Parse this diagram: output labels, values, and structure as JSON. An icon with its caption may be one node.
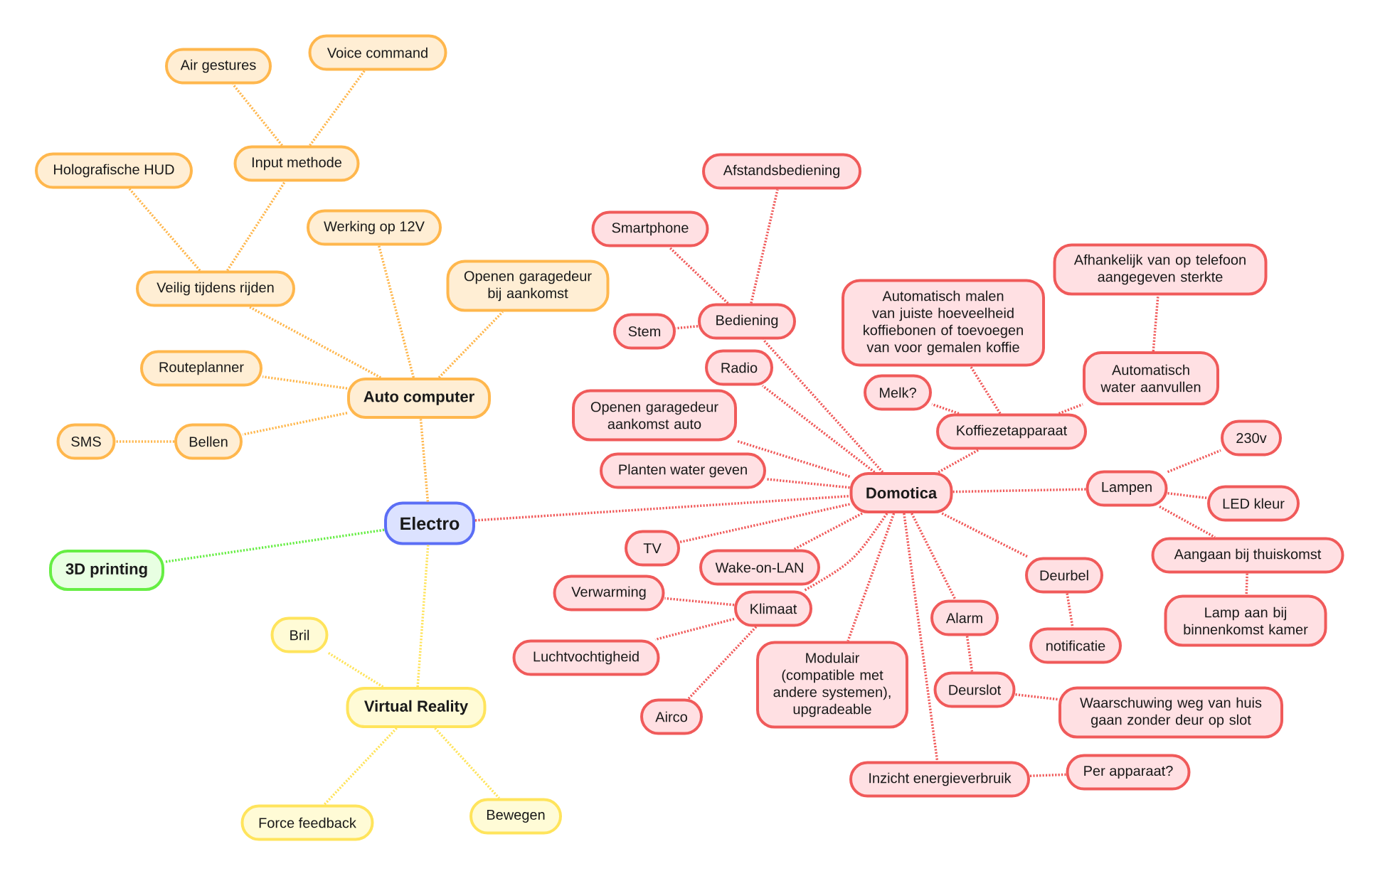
{
  "diagram": {
    "nodes": [
      {
        "text": [
          "Electro"
        ]
      },
      {
        "text": [
          "Auto computer"
        ]
      },
      {
        "text": [
          "Veilig tijdens rijden"
        ]
      },
      {
        "text": [
          "Holografische HUD"
        ]
      },
      {
        "text": [
          "Input methode"
        ]
      },
      {
        "text": [
          "Air gestures"
        ]
      },
      {
        "text": [
          "Voice command"
        ]
      },
      {
        "text": [
          "Werking op 12V"
        ]
      },
      {
        "text": [
          "Openen garagedeur bij aankomst"
        ]
      },
      {
        "text": [
          "Routeplanner"
        ]
      },
      {
        "text": [
          "Bellen"
        ]
      },
      {
        "text": [
          "SMS"
        ]
      },
      {
        "text": [
          "Domotica"
        ]
      },
      {
        "text": [
          "Bediening"
        ]
      },
      {
        "text": [
          "Smartphone"
        ]
      },
      {
        "text": [
          "Afstandsbediening"
        ]
      },
      {
        "text": [
          "Stem"
        ]
      },
      {
        "text": [
          "Radio"
        ]
      },
      {
        "text": [
          "Openen garagedeur aankomst auto"
        ]
      },
      {
        "text": [
          "Planten water geven"
        ]
      },
      {
        "text": [
          "TV"
        ]
      },
      {
        "text": [
          "Wake-on-LAN"
        ]
      },
      {
        "text": [
          "Klimaat"
        ]
      },
      {
        "text": [
          "Verwarming"
        ]
      },
      {
        "text": [
          "Luchtvochtigheid"
        ]
      },
      {
        "text": [
          "Airco"
        ]
      },
      {
        "text": [
          "Modulair (compatible met andere systemen), upgradeable"
        ]
      },
      {
        "text": [
          "Inzicht energieverbruik"
        ]
      },
      {
        "text": [
          "Per apparaat?"
        ]
      },
      {
        "text": [
          "Alarm"
        ]
      },
      {
        "text": [
          "Deurslot"
        ]
      },
      {
        "text": [
          "Waarschuwing weg van huis gaan zonder deur op slot"
        ]
      },
      {
        "text": [
          "Deurbel"
        ]
      },
      {
        "text": [
          "notificatie"
        ]
      },
      {
        "text": [
          "Koffiezetapparaat"
        ]
      },
      {
        "text": [
          "Melk?"
        ]
      },
      {
        "text": [
          "Automatisch malen van juiste hoeveelheid koffiebonen of toevoegen van voor gemalen koffie"
        ]
      },
      {
        "text": [
          "Automatisch water aanvullen"
        ]
      },
      {
        "text": [
          "Afhankelijk van op telefoon aangegeven sterkte"
        ]
      },
      {
        "text": [
          "Lampen"
        ]
      },
      {
        "text": [
          "230v"
        ]
      },
      {
        "text": [
          "LED kleur"
        ]
      },
      {
        "text": [
          "Aangaan bij thuiskomst"
        ]
      },
      {
        "text": [
          "Lamp aan bij binnenkomst kamer"
        ]
      },
      {
        "text": [
          "3D printing"
        ]
      },
      {
        "text": [
          "Virtual Reality"
        ]
      },
      {
        "text": [
          "Bril"
        ]
      },
      {
        "text": [
          "Force feedback"
        ]
      },
      {
        "text": [
          "Bewegen"
        ]
      }
    ],
    "edges": [
      {
        "from": 0,
        "to": 1,
        "arrow": "none",
        "color": "#ffb74d"
      },
      {
        "from": 1,
        "to": 2,
        "arrow": "none",
        "color": "#ffb74d"
      },
      {
        "from": 2,
        "to": 3,
        "arrow": "none",
        "color": "#ffb74d"
      },
      {
        "from": 2,
        "to": 4,
        "arrow": "none",
        "color": "#ffb74d"
      },
      {
        "from": 4,
        "to": 5,
        "arrow": "none",
        "color": "#ffb74d"
      },
      {
        "from": 4,
        "to": 6,
        "arrow": "none",
        "color": "#ffb74d"
      },
      {
        "from": 1,
        "to": 7,
        "arrow": "none",
        "color": "#ffb74d"
      },
      {
        "from": 1,
        "to": 8,
        "arrow": "none",
        "color": "#ffb74d"
      },
      {
        "from": 1,
        "to": 9,
        "arrow": "none",
        "color": "#ffb74d"
      },
      {
        "from": 1,
        "to": 10,
        "arrow": "none",
        "color": "#ffb74d"
      },
      {
        "from": 10,
        "to": 11,
        "arrow": "none",
        "color": "#ffb74d"
      },
      {
        "from": 0,
        "to": 12,
        "arrow": "none"
      },
      {
        "from": 12,
        "to": 13,
        "arrow": "none"
      },
      {
        "from": 13,
        "to": 14,
        "arrow": "none"
      },
      {
        "from": 13,
        "to": 15,
        "arrow": "none"
      },
      {
        "from": 13,
        "to": 16,
        "arrow": "none"
      },
      {
        "from": 12,
        "to": 17,
        "arrow": "none"
      },
      {
        "from": 12,
        "to": 18,
        "arrow": "none"
      },
      {
        "from": 12,
        "to": 19,
        "arrow": "none"
      },
      {
        "from": 12,
        "to": 20,
        "arrow": "none"
      },
      {
        "from": 12,
        "to": 21,
        "arrow": "none"
      },
      {
        "from": 12,
        "to": 22,
        "arrow": "none"
      },
      {
        "from": 22,
        "to": 23,
        "arrow": "none"
      },
      {
        "from": 22,
        "to": 24,
        "arrow": "none"
      },
      {
        "from": 22,
        "to": 25,
        "arrow": "none"
      },
      {
        "from": 12,
        "to": 26,
        "arrow": "none"
      },
      {
        "from": 12,
        "to": 27,
        "arrow": "none"
      },
      {
        "from": 27,
        "to": 28,
        "arrow": "none"
      },
      {
        "from": 12,
        "to": 29,
        "arrow": "none"
      },
      {
        "from": 29,
        "to": 30,
        "arrow": "none"
      },
      {
        "from": 30,
        "to": 31,
        "arrow": "none"
      },
      {
        "from": 12,
        "to": 32,
        "arrow": "none"
      },
      {
        "from": 32,
        "to": 33,
        "arrow": "none"
      },
      {
        "from": 12,
        "to": 34,
        "arrow": "none"
      },
      {
        "from": 34,
        "to": 35,
        "arrow": "none"
      },
      {
        "from": 34,
        "to": 36,
        "arrow": "none"
      },
      {
        "from": 34,
        "to": 37,
        "arrow": "none"
      },
      {
        "from": 37,
        "to": 38,
        "arrow": "none"
      },
      {
        "from": 12,
        "to": 39,
        "arrow": "none"
      },
      {
        "from": 39,
        "to": 40,
        "arrow": "none"
      },
      {
        "from": 39,
        "to": 41,
        "arrow": "none"
      },
      {
        "from": 39,
        "to": 42,
        "arrow": "none"
      },
      {
        "from": 42,
        "to": 43,
        "arrow": "none"
      },
      {
        "from": 0,
        "to": 44,
        "arrow": "none",
        "color": "#66ee44"
      },
      {
        "from": 0,
        "to": 45,
        "arrow": "none",
        "color": "#ffe45c"
      },
      {
        "from": 45,
        "to": 46,
        "arrow": "none",
        "color": "#ffe45c"
      },
      {
        "from": 45,
        "to": 47,
        "arrow": "none",
        "color": "#ffe45c"
      },
      {
        "from": 45,
        "to": 48,
        "arrow": "none",
        "color": "#ffe45c"
      }
    ]
  }
}
